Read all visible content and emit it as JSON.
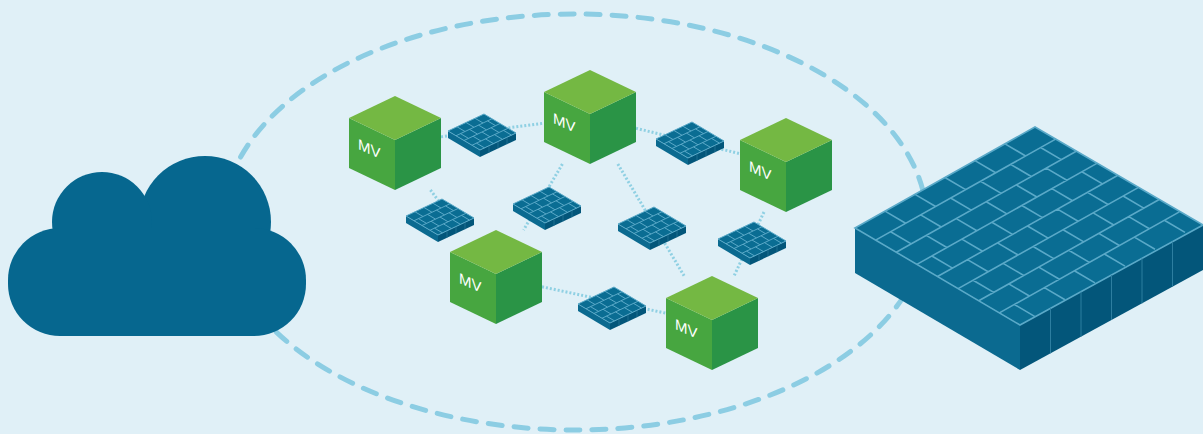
{
  "diagram": {
    "nodes": [
      {
        "text": [
          "MV"
        ]
      },
      {
        "text": [
          "MV"
        ]
      },
      {
        "text": [
          "MV"
        ]
      },
      {
        "text": [
          "MV"
        ]
      },
      {
        "text": [
          "MV"
        ]
      }
    ],
    "edges": [
      {
        "from": 0,
        "to": 1,
        "arrow": "none"
      },
      {
        "from": 1,
        "to": 2,
        "arrow": "none"
      },
      {
        "from": 0,
        "to": 3,
        "arrow": "none"
      },
      {
        "from": 1,
        "to": 3,
        "arrow": "none"
      },
      {
        "from": 1,
        "to": 4,
        "arrow": "none"
      },
      {
        "from": 2,
        "to": 4,
        "arrow": "none"
      },
      {
        "from": 3,
        "to": 4,
        "arrow": "none"
      }
    ]
  }
}
